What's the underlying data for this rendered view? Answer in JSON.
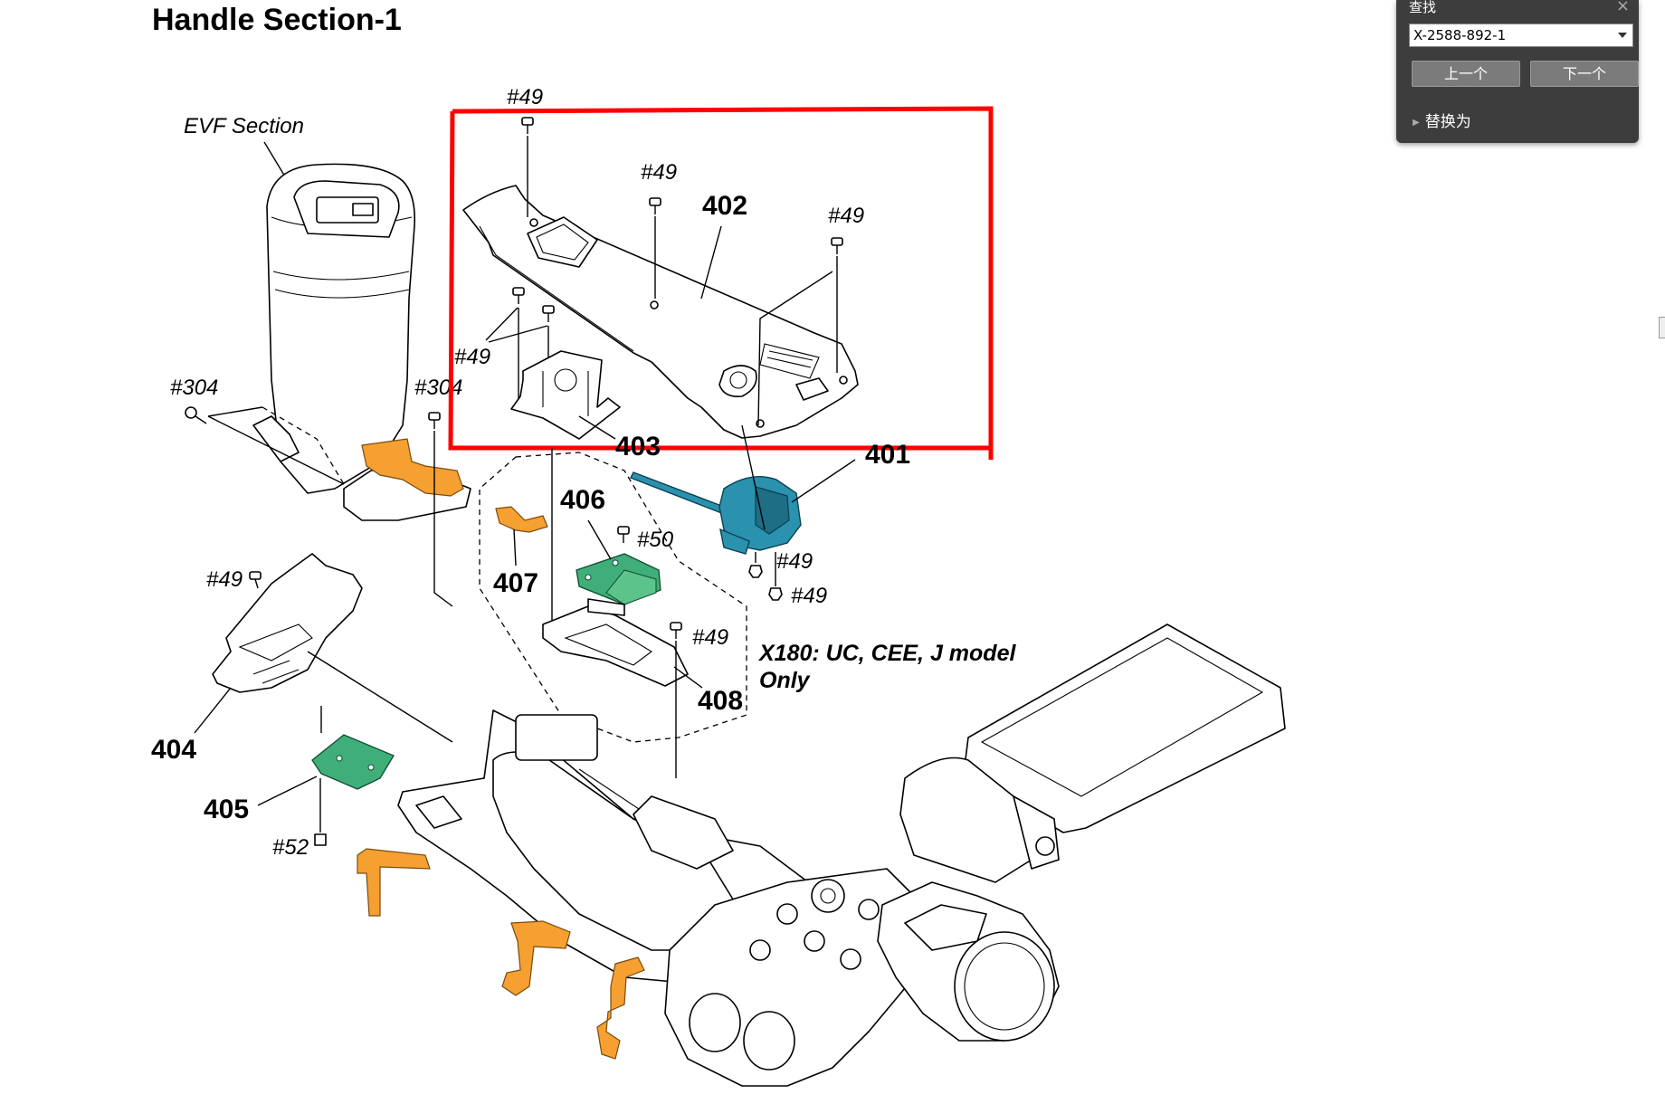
{
  "page_title": "Handle Section-1",
  "labels": {
    "evf_section": "EVF Section",
    "screw_49": "#49",
    "screw_304": "#304",
    "screw_50": "#50",
    "screw_52": "#52",
    "part_401": "401",
    "part_402": "402",
    "part_403": "403",
    "part_404": "404",
    "part_405": "405",
    "part_406": "406",
    "part_407": "407",
    "part_408": "408",
    "note_line1": "X180: UC, CEE, J model",
    "note_line2": "Only"
  },
  "highlight": {
    "color": "#ff0000"
  },
  "colors": {
    "flex_cable": "#f5a030",
    "pcb": "#3fae78",
    "teal_assembly": "#2a92ae"
  },
  "find_panel": {
    "title": "查找",
    "close_icon": "close-icon",
    "search_value": "X-2588-892-1",
    "prev_label": "上一个",
    "next_label": "下一个",
    "replace_label": "替换为"
  }
}
